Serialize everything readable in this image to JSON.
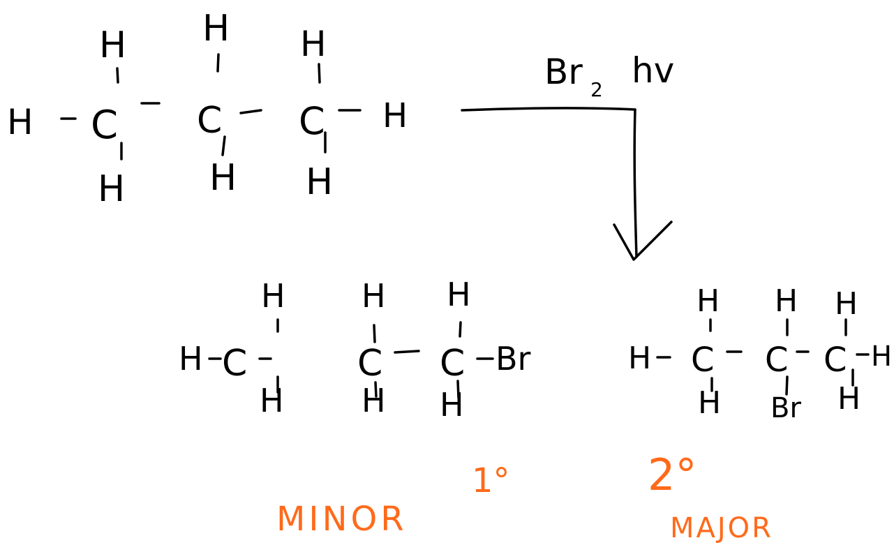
{
  "colors": {
    "ink": "#000000",
    "annotation": "#ff6a1a",
    "background": "#ffffff"
  },
  "reactant": {
    "carbons": [
      "C",
      "C",
      "C"
    ],
    "top_h": [
      "H",
      "H",
      "H"
    ],
    "bottom_h": [
      "H",
      "H",
      "H"
    ],
    "left_end": "H",
    "right_end": "H",
    "bond": "-"
  },
  "reagent": {
    "label": "Br2 hv",
    "br": "Br",
    "subscript": "2",
    "light": "hv"
  },
  "product_minor": {
    "carbons": [
      "C",
      "C",
      "C"
    ],
    "top_h": [
      "H",
      "H",
      "H"
    ],
    "bottom_h": [
      "H",
      "H",
      "H"
    ],
    "left_end": "H",
    "right_end": "Br",
    "bond": "-",
    "degree": "1°",
    "label": "MINOR"
  },
  "product_major": {
    "carbons": [
      "C",
      "C",
      "C"
    ],
    "top_h": [
      "H",
      "H",
      "H"
    ],
    "bottom_subs": [
      "H",
      "Br",
      "H"
    ],
    "left_end": "H",
    "right_end": "H",
    "bond": "-",
    "degree": "2°",
    "label": "MAJOR"
  }
}
